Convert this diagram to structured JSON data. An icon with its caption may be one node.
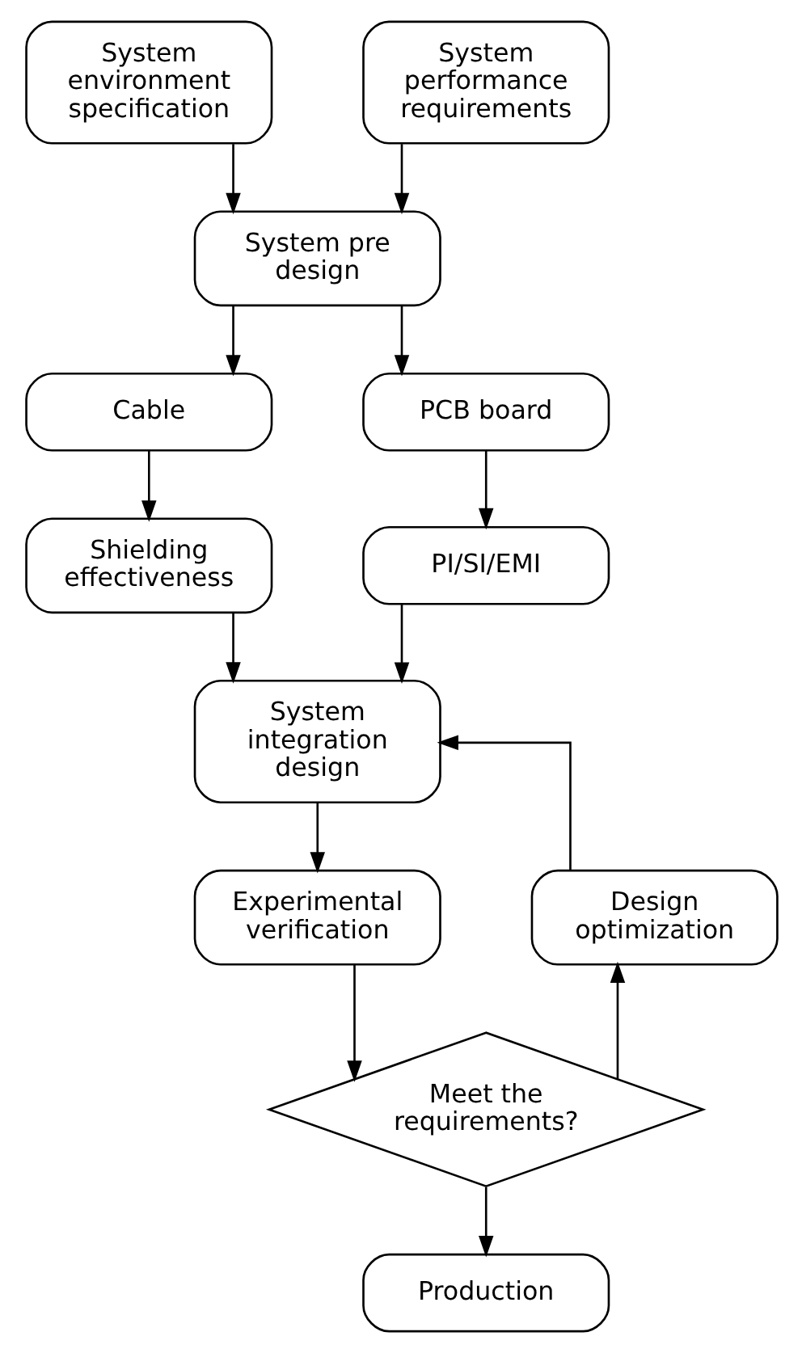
{
  "diagram": {
    "nodes": [
      {
        "text": [
          "System environment specification"
        ]
      },
      {
        "text": [
          "System performance requirements"
        ]
      },
      {
        "text": [
          "System pre design"
        ]
      },
      {
        "text": [
          "Cable"
        ]
      },
      {
        "text": [
          "PCB board"
        ]
      },
      {
        "text": [
          "Shielding effectiveness"
        ]
      },
      {
        "text": [
          "PI/SI/EMI"
        ]
      },
      {
        "text": [
          "System integration design"
        ]
      },
      {
        "text": [
          "Experimental verification"
        ]
      },
      {
        "text": [
          "Design optimization"
        ]
      },
      {
        "text": [
          "Meet the requirements?"
        ]
      },
      {
        "text": [
          "Production"
        ]
      }
    ],
    "edges": [
      {
        "from": 0,
        "to": 2,
        "arrow": "to"
      },
      {
        "from": 1,
        "to": 2,
        "arrow": "to"
      },
      {
        "from": 2,
        "to": 3,
        "arrow": "to"
      },
      {
        "from": 2,
        "to": 4,
        "arrow": "to"
      },
      {
        "from": 3,
        "to": 5,
        "arrow": "to"
      },
      {
        "from": 4,
        "to": 6,
        "arrow": "to"
      },
      {
        "from": 5,
        "to": 7,
        "arrow": "to"
      },
      {
        "from": 6,
        "to": 7,
        "arrow": "to"
      },
      {
        "from": 7,
        "to": 8,
        "arrow": "to"
      },
      {
        "from": 8,
        "to": 10,
        "arrow": "to"
      },
      {
        "from": 10,
        "to": 9,
        "arrow": "to"
      },
      {
        "from": 9,
        "to": 7,
        "arrow": "to"
      },
      {
        "from": 10,
        "to": 11,
        "arrow": "to"
      }
    ]
  }
}
